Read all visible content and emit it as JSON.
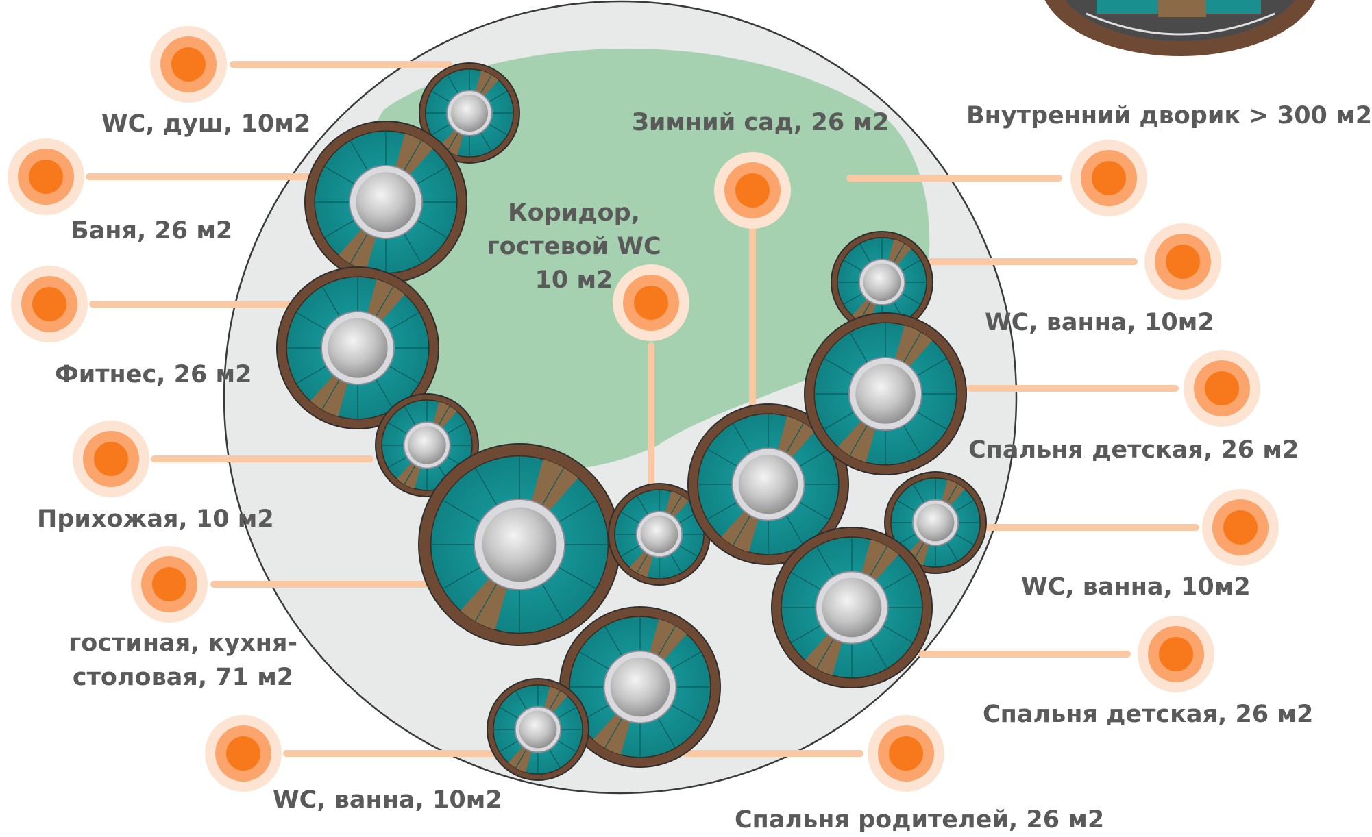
{
  "colors": {
    "site_circle": "#e8eaea",
    "garden": "#a6d1b0",
    "module_rim": "#6e4a35",
    "module_teal": "#16989a",
    "module_dark_teal": "#0e7173",
    "wood_sector": "#8b6a48",
    "center_dome": "#c8c8c8",
    "marker_outer": "#fde4d2",
    "marker_mid": "#fba56c",
    "marker_core": "#f8791b",
    "leader_line": "#fbc8a4",
    "label_text": "#5a5a5a"
  },
  "labels": {
    "wc_shower": "WC, душ, 10м2",
    "banya": "Баня, 26 м2",
    "fitness": "Фитнес, 26 м2",
    "entrance": "Прихожая, 10 м2",
    "living_1": "гостиная, кухня-",
    "living_2": "столовая, 71 м2",
    "wc_bath_bottom": "WC, ванна, 10м2",
    "corridor_1": "Коридор,",
    "corridor_2": "гостевой WC",
    "corridor_3": "10 м2",
    "winter_garden": "Зимний сад, 26 м2",
    "courtyard": "Внутренний дворик > 300 м2",
    "wc_bath_right1": "WC, ванна, 10м2",
    "kids_bedroom_1": "Спальня детская, 26 м2",
    "wc_bath_right2": "WC, ванна, 10м2",
    "kids_bedroom_2": "Спальня детская, 26 м2",
    "parents_bedroom": "Спальня родителей, 26 м2"
  }
}
